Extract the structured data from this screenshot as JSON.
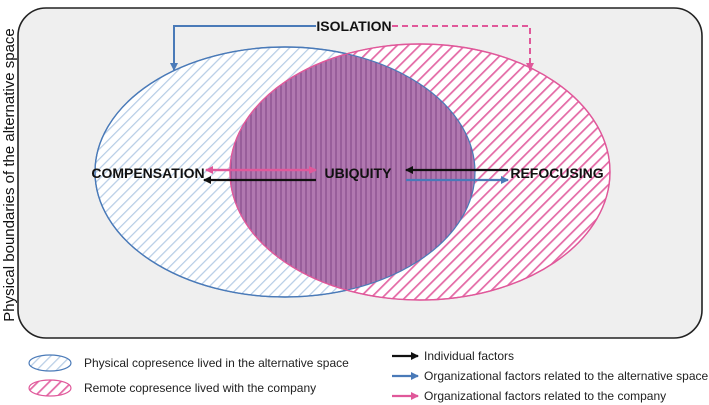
{
  "side_label": "Physical boundaries of the alternative space",
  "nodes": {
    "isolation": "ISOLATION",
    "compensation": "COMPENSATION",
    "ubiquity": "UBIQUITY",
    "refocusing": "REFOCUSING"
  },
  "legend_left": [
    {
      "text": "Physical copresence lived in the alternative space"
    },
    {
      "text": "Remote copresence lived with the company"
    }
  ],
  "legend_right": [
    {
      "text": "Individual factors"
    },
    {
      "text": "Organizational factors related to the alternative space"
    },
    {
      "text": "Organizational factors related to the company"
    }
  ],
  "colors": {
    "blue": "#4a7ab8",
    "pink": "#e0589a",
    "purple_fill": "#a9679f",
    "panel": "#efefef",
    "black": "#111111"
  }
}
